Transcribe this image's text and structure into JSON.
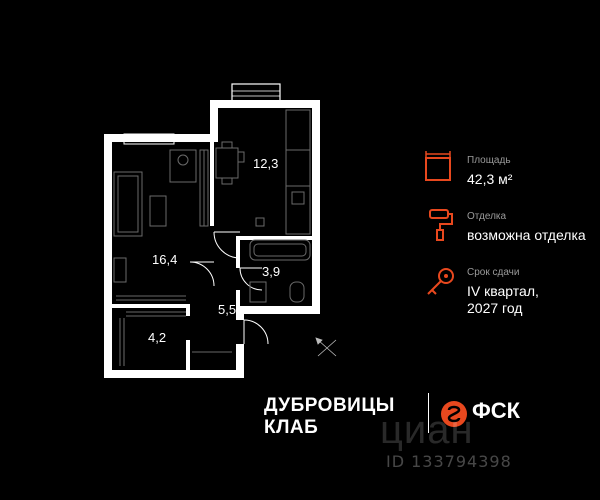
{
  "rooms": [
    {
      "id": "kitchen",
      "area": "12,3"
    },
    {
      "id": "living",
      "area": "16,4"
    },
    {
      "id": "bathroom",
      "area": "3,9"
    },
    {
      "id": "hall",
      "area": "5,5"
    },
    {
      "id": "wardrobe",
      "area": "4,2"
    }
  ],
  "info": {
    "area": {
      "label": "Площадь",
      "value": "42,3 м²",
      "icon": "floorplan-icon"
    },
    "finish": {
      "label": "Отделка",
      "value": "возможна отделка",
      "icon": "paint-roller-icon"
    },
    "delivery": {
      "label": "Срок сдачи",
      "value_line1": "IV квартал,",
      "value_line2": "2027 год",
      "icon": "key-icon"
    }
  },
  "brand": {
    "line1": "ДУБРОВИЦЫ",
    "line2": "КЛАБ",
    "developer": "ФСК"
  },
  "watermark": {
    "text": "циан",
    "id": "ID 133794398"
  },
  "colors": {
    "accent": "#e8481e",
    "background": "#000000",
    "wall": "#ffffff",
    "muted_text": "#9a9a9a"
  }
}
